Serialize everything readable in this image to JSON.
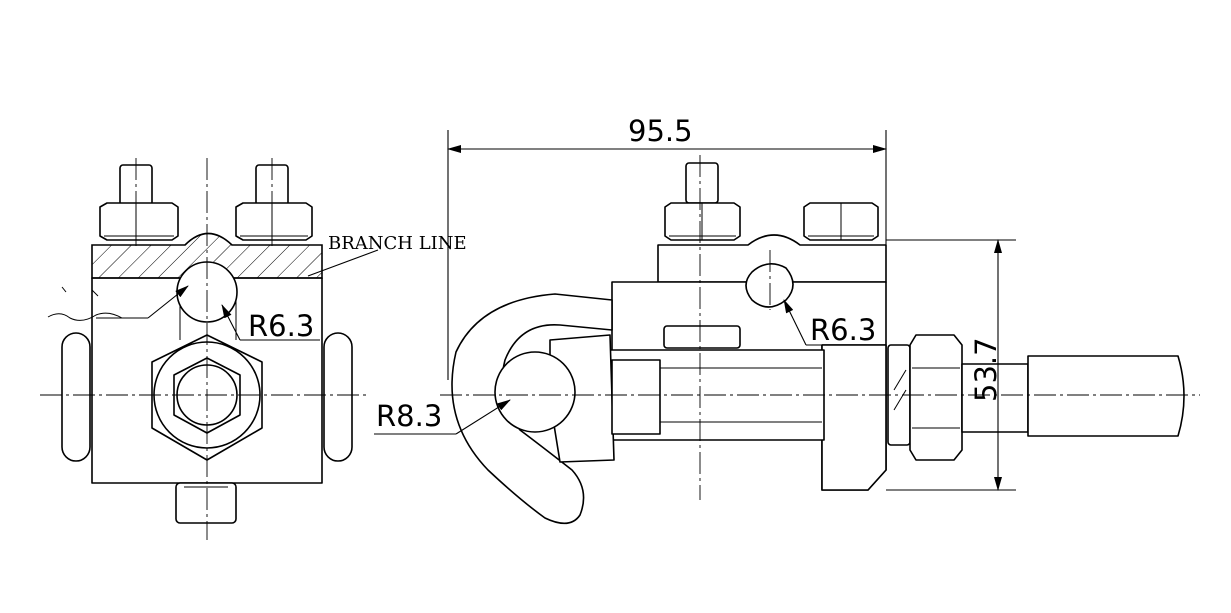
{
  "labels": {
    "branch_line": "BRANCH LINE",
    "radius_side_view": "R6.3",
    "radius_front_view": "R6.3",
    "radius_hook": "R8.3"
  },
  "dimensions": {
    "overall_width": "95.5",
    "height": "53.7"
  },
  "colors": {
    "line": "#000000",
    "background": "#ffffff"
  }
}
